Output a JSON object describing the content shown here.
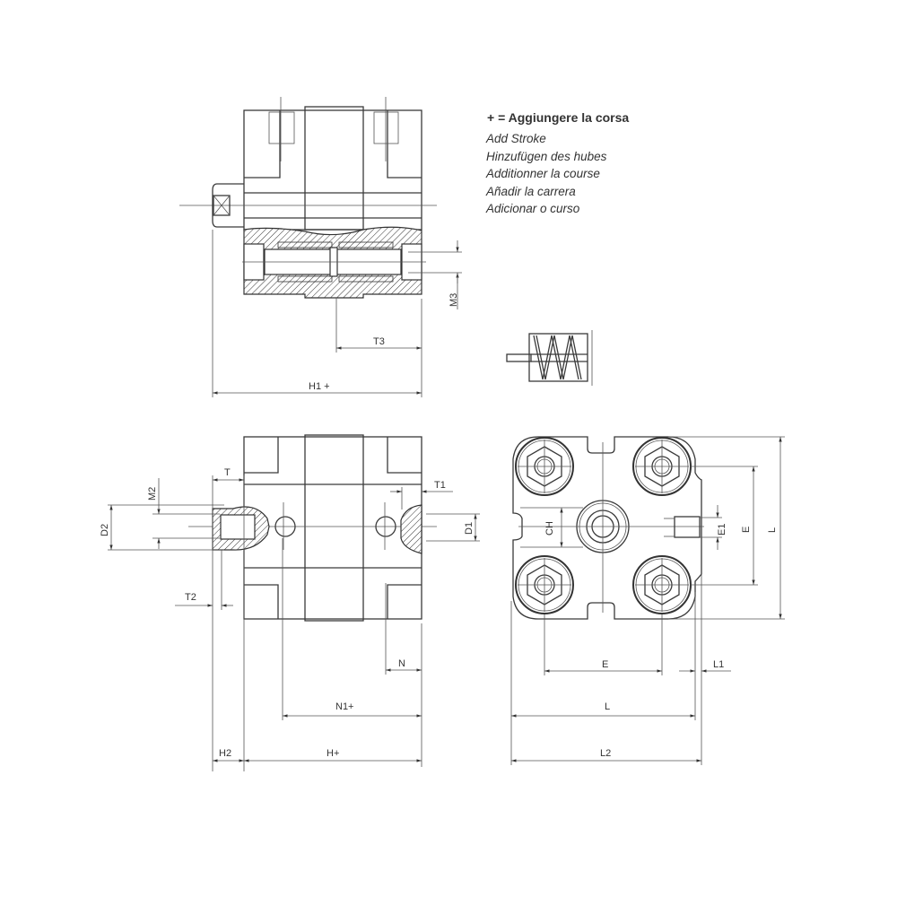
{
  "legend": {
    "heading": "+ = Aggiungere la corsa",
    "translations": [
      "Add Stroke",
      "Hinzufügen des hubes",
      "Additionner la course",
      "Añadir la carrera",
      "Adicionar o curso"
    ]
  },
  "dimensions": {
    "top_view": {
      "M3": "M3",
      "T3": "T3",
      "H1": "H1 +"
    },
    "side_view": {
      "T": "T",
      "M2": "M2",
      "D2": "D2",
      "T2": "T2",
      "T1": "T1",
      "D1": "D1",
      "N": "N",
      "N1": "N1+",
      "H2": "H2",
      "H": "H+"
    },
    "front_view": {
      "CH": "CH",
      "E1": "E1",
      "E_vertical": "E",
      "L_vertical": "L",
      "E_horizontal": "E",
      "L1": "L1",
      "L_horizontal": "L",
      "L2": "L2"
    }
  }
}
